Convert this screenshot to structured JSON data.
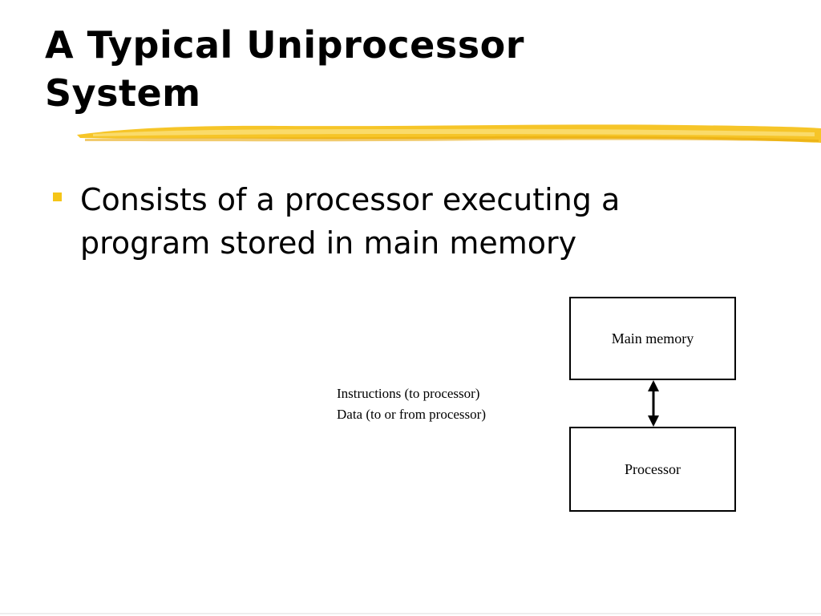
{
  "slide": {
    "title_lines": [
      "A Typical Uniprocessor",
      "System"
    ],
    "bullets": [
      {
        "text": "Consists of a processor executing a program stored in main memory"
      }
    ]
  },
  "diagram": {
    "boxes": {
      "memory": "Main memory",
      "processor": "Processor"
    },
    "arrow_labels": [
      "Instructions (to processor)",
      "Data (to or from processor)"
    ]
  },
  "colors": {
    "accent_stroke": "#f5c518",
    "bullet": "#f5c518",
    "text": "#000000",
    "background": "#ffffff"
  },
  "icons": {
    "bullet": "square-bullet-icon",
    "arrow": "double-headed-arrow-icon"
  }
}
